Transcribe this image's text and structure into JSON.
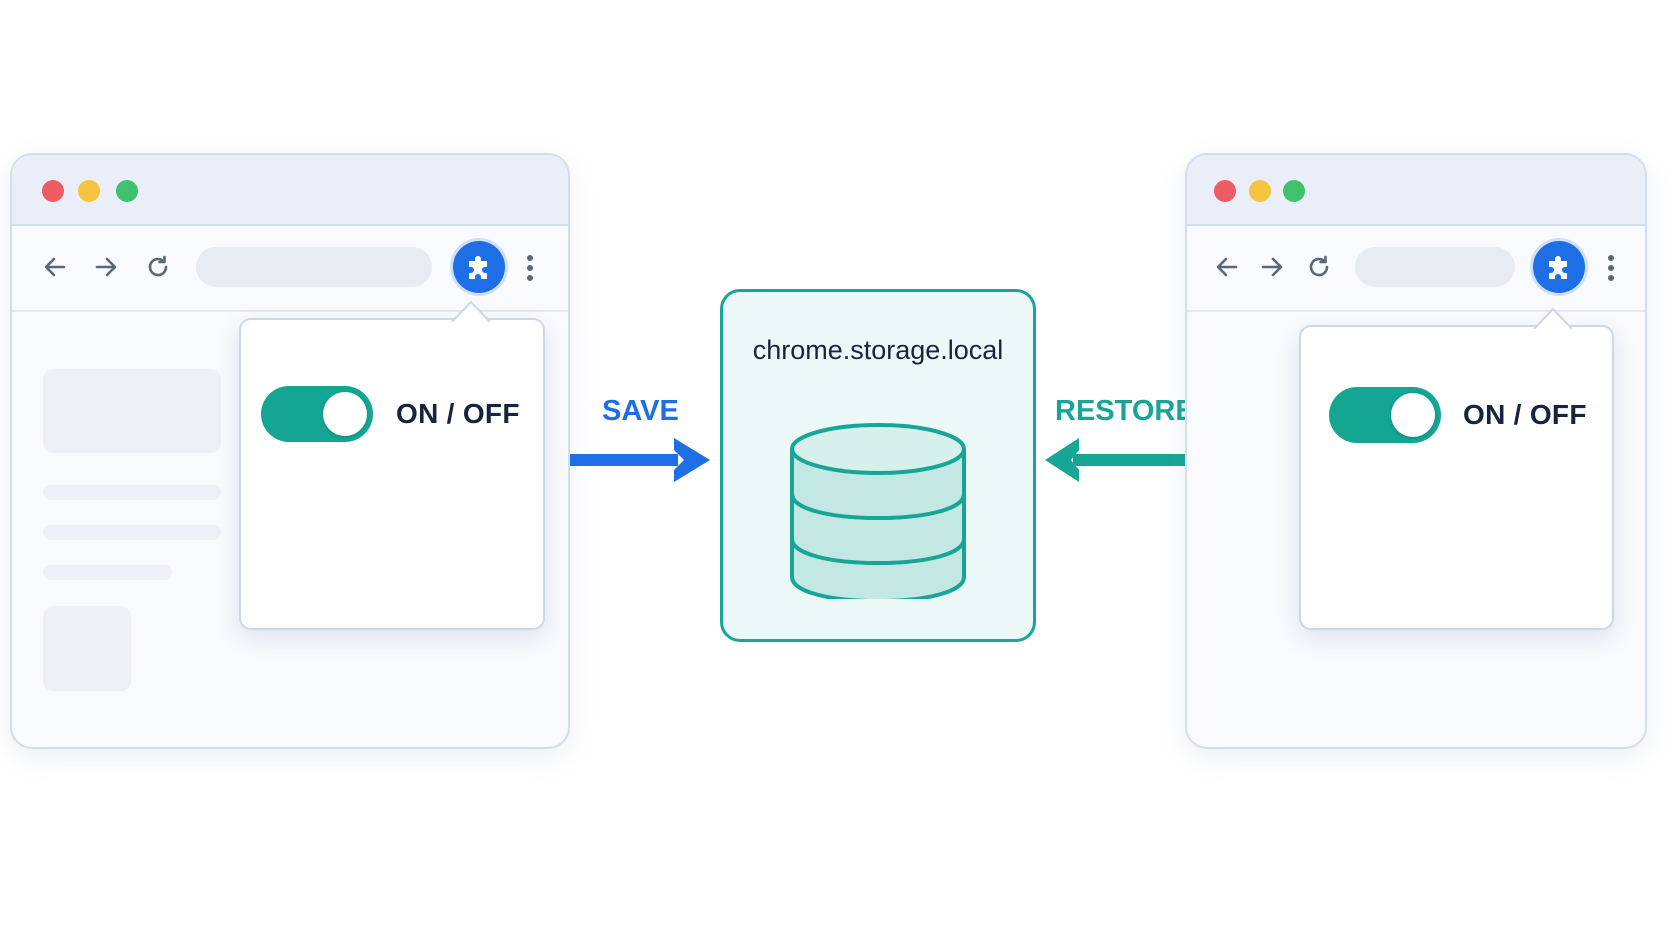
{
  "colors": {
    "save_blue": "#1e6fe6",
    "restore_teal": "#17a596",
    "toggle_on": "#14a593",
    "traffic_red": "#ef5b63",
    "traffic_yellow": "#f6c33f",
    "traffic_green": "#3fc26b"
  },
  "browser_left": {
    "toolbar_icons": [
      "back-arrow-icon",
      "forward-arrow-icon",
      "reload-icon",
      "puzzle-icon",
      "kebab-menu-icon"
    ],
    "popup": {
      "toggle_state": "on",
      "toggle_label": "ON / OFF"
    }
  },
  "storage": {
    "title": "chrome.storage.local",
    "icon": "database-icon"
  },
  "flows": {
    "save_label": "SAVE",
    "restore_label": "RESTORE"
  },
  "browser_right": {
    "toolbar_icons": [
      "back-arrow-icon",
      "forward-arrow-icon",
      "reload-icon",
      "puzzle-icon",
      "kebab-menu-icon"
    ],
    "popup": {
      "toggle_state": "on",
      "toggle_label": "ON / OFF"
    }
  }
}
